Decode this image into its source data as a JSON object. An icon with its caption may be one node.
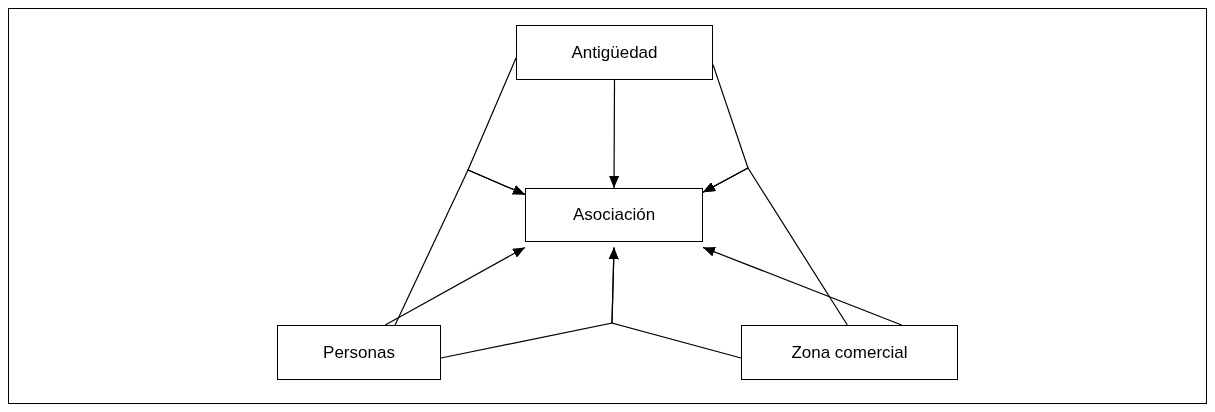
{
  "diagram": {
    "nodes": [
      {
        "text": [
          "Antigüedad"
        ]
      },
      {
        "text": [
          "Asociación"
        ]
      },
      {
        "text": [
          "Personas"
        ]
      },
      {
        "text": [
          "Zona comercial"
        ]
      }
    ],
    "edges": [
      {
        "from": 0,
        "to": 1,
        "arrow": "to"
      },
      {
        "from": 2,
        "to": 1,
        "arrow": "to"
      },
      {
        "from": 3,
        "to": 1,
        "arrow": "to"
      },
      {
        "from": 0,
        "to": 1,
        "arrow": "to"
      },
      {
        "from": 2,
        "to": 1,
        "arrow": "to"
      },
      {
        "from": 0,
        "to": 1,
        "arrow": "to"
      },
      {
        "from": 3,
        "to": 1,
        "arrow": "to"
      },
      {
        "from": 2,
        "to": 1,
        "arrow": "to"
      },
      {
        "from": 3,
        "to": 1,
        "arrow": "to"
      }
    ]
  }
}
